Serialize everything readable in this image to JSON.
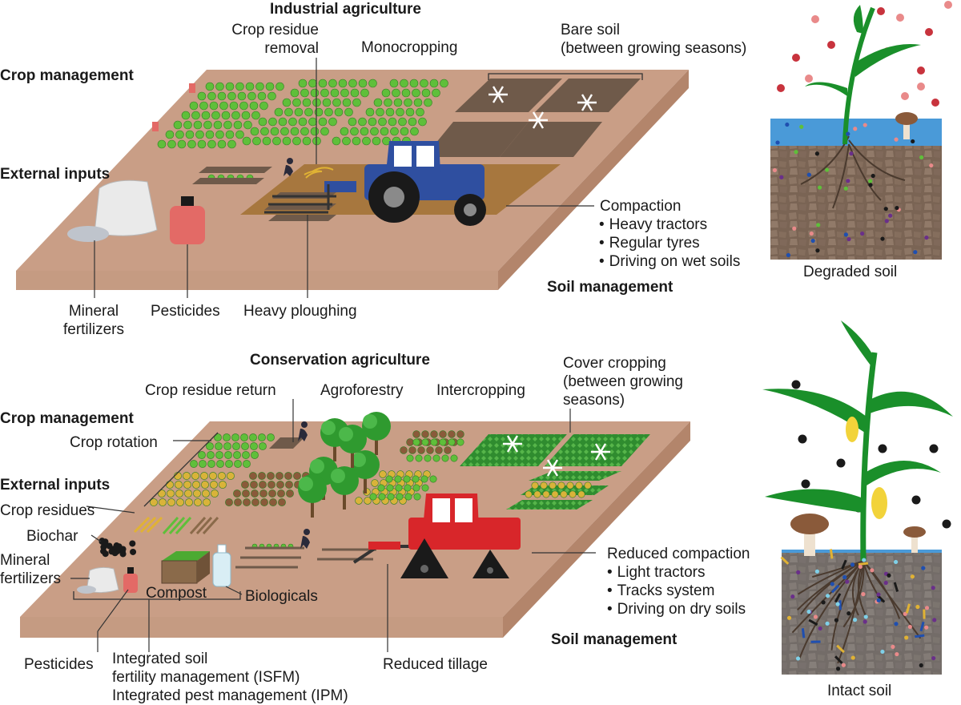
{
  "top": {
    "title": "Industrial agriculture",
    "crop_management": "Crop management",
    "external_inputs": "External inputs",
    "soil_management": "Soil management",
    "crop_residue_removal": [
      "Crop residue",
      "removal"
    ],
    "monocropping": "Monocropping",
    "bare_soil": [
      "Bare soil",
      "(between growing seasons)"
    ],
    "compaction": "Compaction",
    "compaction_items": [
      "Heavy tractors",
      "Regular tyres",
      "Driving on wet soils"
    ],
    "mineral_fertilizers": [
      "Mineral",
      "fertilizers"
    ],
    "pesticides": "Pesticides",
    "heavy_ploughing": "Heavy ploughing",
    "soil_caption": "Degraded soil"
  },
  "bottom": {
    "title": "Conservation agriculture",
    "crop_management": "Crop management",
    "external_inputs": "External inputs",
    "soil_management": "Soil management",
    "crop_residue_return": "Crop residue return",
    "agroforestry": "Agroforestry",
    "intercropping": "Intercropping",
    "cover_cropping": [
      "Cover cropping",
      "(between growing",
      "seasons)"
    ],
    "crop_rotation": "Crop rotation",
    "crop_residues": "Crop residues",
    "biochar": "Biochar",
    "mineral_fertilizers": [
      "Mineral",
      "fertilizers"
    ],
    "compost": "Compost",
    "biologicals": "Biologicals",
    "pesticides": "Pesticides",
    "isfm": [
      "Integrated soil",
      "fertility management (ISFM)",
      "Integrated pest management (IPM)"
    ],
    "reduced_tillage": "Reduced tillage",
    "reduced_compaction": "Reduced compaction",
    "reduced_compaction_items": [
      "Light tractors",
      "Tracks system",
      "Driving on dry soils"
    ],
    "soil_caption": "Intact soil"
  },
  "colors": {
    "field_top": "#c99e86",
    "field_side": "#b98a70",
    "field_front": "#c59b82",
    "crop_green": "#5fbf3a",
    "dark_soil": "#6f5a4a",
    "ploughed": "#a7773e",
    "tractor_blue": "#2f4fa0",
    "tractor_red": "#d8262a",
    "cover_green": "#2e8b2e",
    "water_blue": "#4a9ad8",
    "soil_brown": "#8a7260",
    "particle_red": "#c8333d",
    "particle_pink": "#e98a8a",
    "particle_black": "#1a1a1a"
  }
}
